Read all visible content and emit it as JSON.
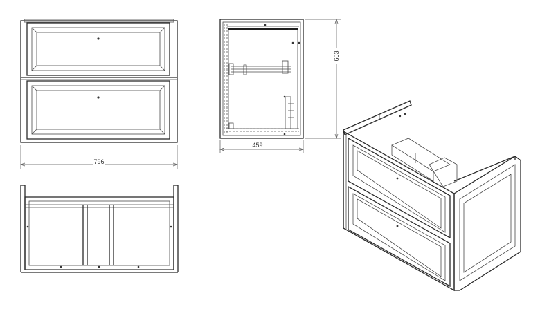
{
  "dimensions": {
    "width_label": "796",
    "depth_label": "459",
    "height_label": "603"
  },
  "views": {
    "front": "front-view",
    "side": "side-section-view",
    "top": "top-frame-view",
    "iso": "isometric-view"
  }
}
